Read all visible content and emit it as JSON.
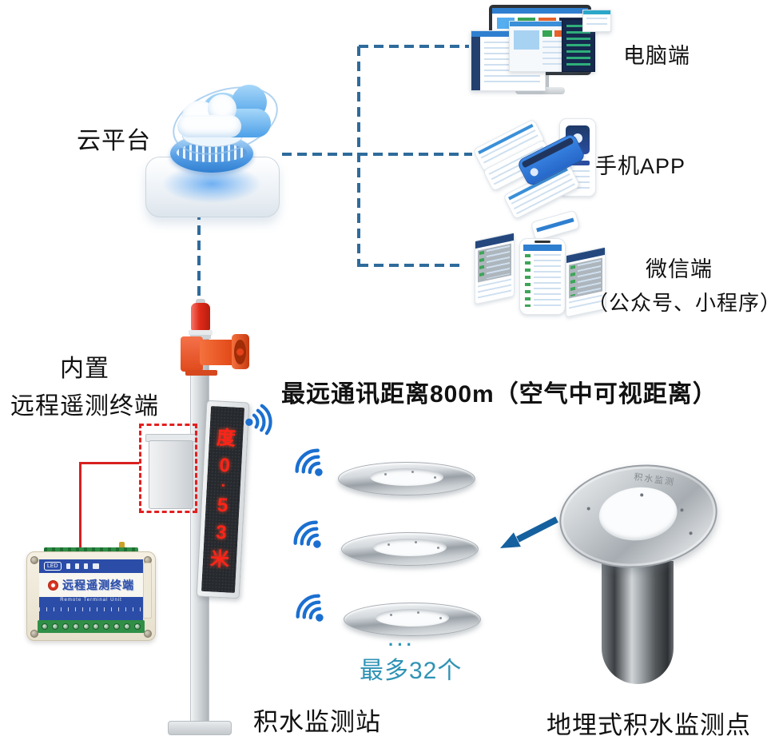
{
  "diagram": {
    "cloud": {
      "label": "云平台"
    },
    "terminals": {
      "pc": {
        "label": "电脑端"
      },
      "app": {
        "label": "手机APP"
      },
      "wechat": {
        "label_line1": "微信端",
        "label_line2": "（公众号、小程序）"
      }
    },
    "station": {
      "builtin_label_line1": "内置",
      "builtin_label_line2": "远程遥测终端",
      "led_display_chars": [
        "度",
        "0",
        "·",
        "5",
        "3",
        "米"
      ],
      "caption": "积水监测站"
    },
    "rtu": {
      "led_badge": "LED",
      "name": "远程遥测终端",
      "subtitle": "Remote Terminal Unit"
    },
    "link": {
      "distance_note": "最远通讯距离800m（空气中可视距离）",
      "ellipsis": "···",
      "max_nodes": "最多32个"
    },
    "buried": {
      "engraving": "积水监测",
      "caption": "地埋式积水监测点"
    }
  },
  "colors": {
    "connector_blue": "#2e6b9c",
    "wifi_blue": "#1b6fd0",
    "arrow_blue": "#15609f",
    "highlight_red": "#e31f1f",
    "alarm_orange": "#e8501f",
    "teal_text": "#2f93b5",
    "led_red": "#ff2318",
    "rtu_blue": "#2b4da8",
    "terminal_green": "#2f8f46",
    "text_black": "#111111"
  }
}
